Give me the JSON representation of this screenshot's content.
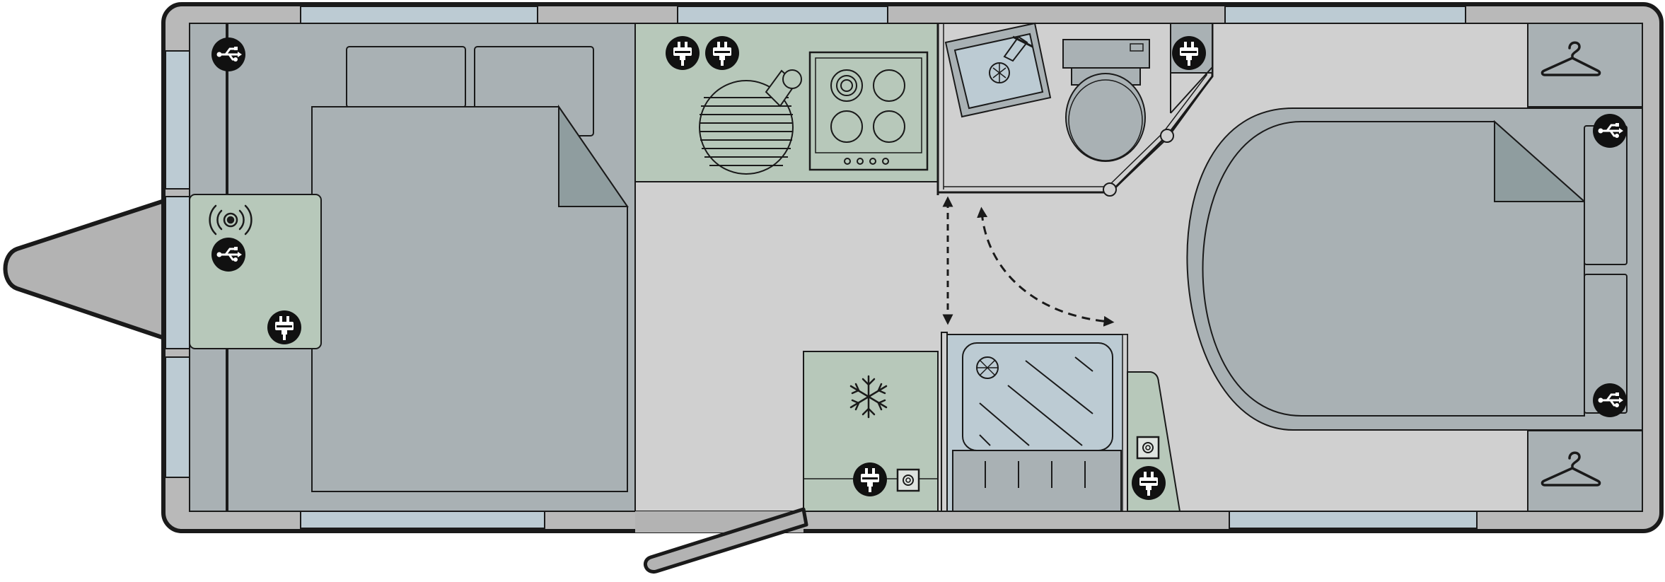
{
  "diagram": {
    "type": "caravan-floor-plan",
    "colors": {
      "outline": "#1a1a1a",
      "shell": "#b9b9b9",
      "floor": "#d0d0d0",
      "furniture": "#a9b1b4",
      "kitchen": "#b7c8ba",
      "window": "#bccbd3",
      "fold": "#8f9d9f",
      "icon_bg": "#111111",
      "icon_fg": "#ffffff"
    },
    "zones": [
      {
        "id": "front-bedroom",
        "label": ""
      },
      {
        "id": "kitchen",
        "label": ""
      },
      {
        "id": "washroom",
        "label": ""
      },
      {
        "id": "rear-island-bed",
        "label": ""
      }
    ],
    "icons": [
      {
        "name": "usb-socket-icon",
        "zone": "front-bedroom"
      },
      {
        "name": "wifi-signal-icon",
        "zone": "front-bedroom"
      },
      {
        "name": "usb-socket-icon",
        "zone": "front-bedroom"
      },
      {
        "name": "mains-socket-icon",
        "zone": "front-bedroom"
      },
      {
        "name": "mains-socket-icon",
        "zone": "kitchen"
      },
      {
        "name": "mains-socket-icon",
        "zone": "kitchen"
      },
      {
        "name": "mains-socket-icon",
        "zone": "washroom"
      },
      {
        "name": "usb-socket-icon",
        "zone": "rear-island-bed"
      },
      {
        "name": "usb-socket-icon",
        "zone": "rear-island-bed"
      },
      {
        "name": "fridge-snowflake-icon",
        "zone": "kitchen"
      },
      {
        "name": "mains-socket-icon",
        "zone": "kitchen"
      },
      {
        "name": "tv-aerial-point-icon",
        "zone": "kitchen"
      },
      {
        "name": "tv-aerial-point-icon",
        "zone": "washroom"
      },
      {
        "name": "mains-socket-icon",
        "zone": "washroom"
      },
      {
        "name": "wardrobe-hanger-icon",
        "zone": "rear-island-bed"
      },
      {
        "name": "wardrobe-hanger-icon",
        "zone": "rear-island-bed"
      }
    ],
    "doors": [
      {
        "name": "washroom-sliding-door",
        "motion": "slide"
      },
      {
        "name": "washroom-swing-door",
        "motion": "swing"
      },
      {
        "name": "entrance-door",
        "motion": "hinged"
      }
    ]
  }
}
